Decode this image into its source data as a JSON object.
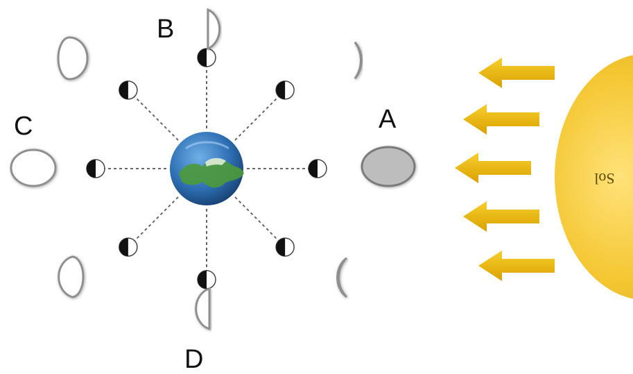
{
  "labels": {
    "a": "A",
    "b": "B",
    "c": "C",
    "d": "D"
  },
  "sun": {
    "text": "Sol",
    "text_mirrored": true
  },
  "colors": {
    "sun": "#f2c42a",
    "arrow": "#e8b400",
    "moon_outline": "#8f8f8f",
    "moon_fill": "#ffffff",
    "new_moon_fill": "#bdbdbd",
    "orbit_line": "#666666",
    "earth_ocean": "#2e6fb4",
    "earth_land": "#4d9a3a"
  },
  "sun_arrow_count": 5,
  "orbit_moon_count": 8,
  "outer_phases": [
    "new-moon",
    "waxing-crescent",
    "first-quarter",
    "waxing-gibbous",
    "full-moon",
    "waning-gibbous",
    "last-quarter",
    "waning-crescent"
  ]
}
